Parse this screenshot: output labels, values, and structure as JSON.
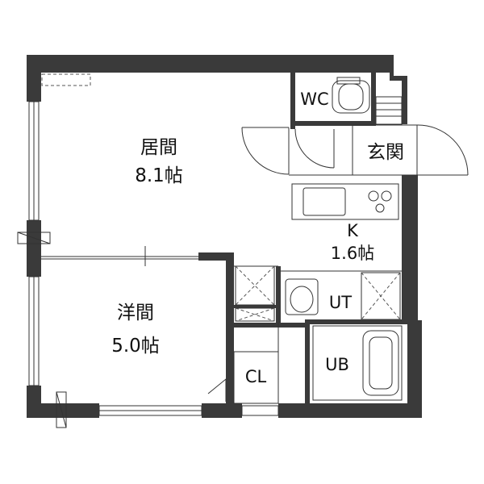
{
  "rooms": {
    "living": {
      "name": "居間",
      "size": "8.1帖"
    },
    "western": {
      "name": "洋間",
      "size": "5.0帖"
    },
    "entrance": {
      "name": "玄関"
    },
    "kitchen": {
      "name": "K",
      "size": "1.6帖"
    },
    "wc": {
      "name": "WC"
    },
    "ut": {
      "name": "UT"
    },
    "ub": {
      "name": "UB"
    },
    "closet": {
      "name": "CL"
    }
  },
  "colors": {
    "wall": "#3a3a3a",
    "line": "#333333",
    "background": "#ffffff"
  }
}
